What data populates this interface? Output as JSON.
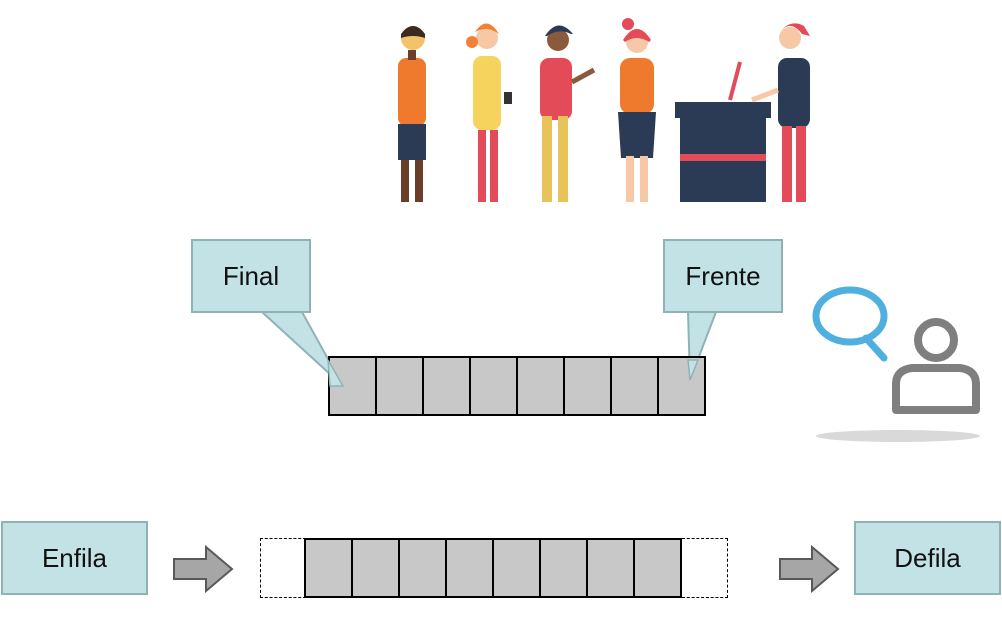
{
  "diagram": {
    "callouts": {
      "final": "Final",
      "frente": "Frente"
    },
    "operations": {
      "enqueue": "Enfila",
      "dequeue": "Defila"
    },
    "top_queue_cells": 8,
    "bottom_queue_cells": 8
  },
  "colors": {
    "label_fill": "#c3e2e6",
    "label_border": "#8fb3b5",
    "cell_fill": "#c8c8c8",
    "arrow_fill": "#a6a6a6",
    "icon_blue": "#4fb0e0",
    "icon_gray": "#7f7f7f"
  },
  "icons": [
    "people-queue-illustration",
    "user-search-icon",
    "arrow-right-icon"
  ]
}
